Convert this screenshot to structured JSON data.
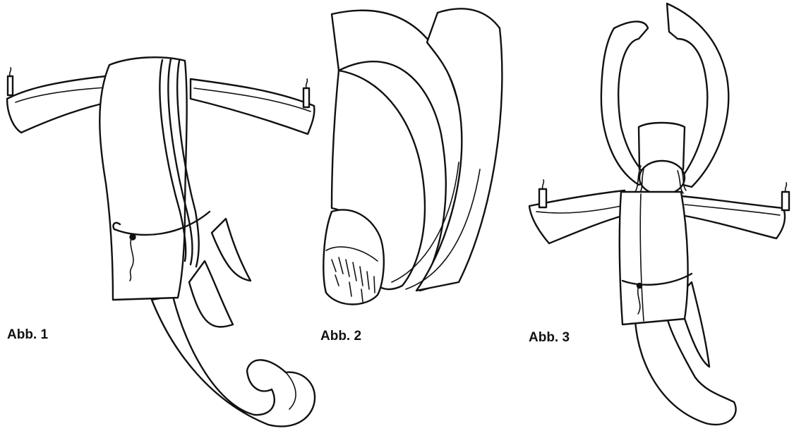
{
  "figures": [
    {
      "caption": "Abb. 1"
    },
    {
      "caption": "Abb. 2"
    },
    {
      "caption": "Abb. 3"
    }
  ],
  "colors": {
    "line": "#111111",
    "paper": "#ffffff"
  }
}
